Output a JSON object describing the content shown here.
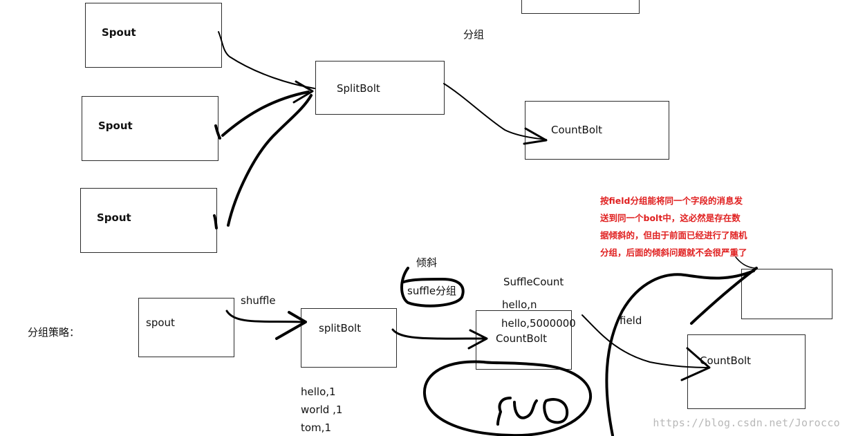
{
  "top": {
    "spouts": [
      "Spout",
      "Spout",
      "Spout"
    ],
    "split_bolt": "SplitBolt",
    "count_bolt": "CountBolt",
    "grouping_label": "分组"
  },
  "bottom": {
    "strategy_label": "分组策略：",
    "spout": "spout",
    "shuffle_label": "shuffle",
    "split_bolt": "splitBolt",
    "split_output": [
      "hello,1",
      "world ,1",
      "tom,1"
    ],
    "skew_label": "倾斜",
    "suffle_group": "suffle分组",
    "suffle_count_title": "SuffleCount",
    "count_lines": [
      "hello,n",
      "hello,5000000"
    ],
    "count_bolt": "CountBolt",
    "field_label": "field",
    "count_bolt_right": "CountBolt"
  },
  "note": [
    "按field分组能将同一个字段的消息发",
    "送到同一个bolt中，这必然是存在数",
    "据倾斜的，但由于前面已经进行了随机",
    "分组，后面的倾斜问题就不会很严重了"
  ],
  "watermark": "https://blog.csdn.net/Jorocco"
}
